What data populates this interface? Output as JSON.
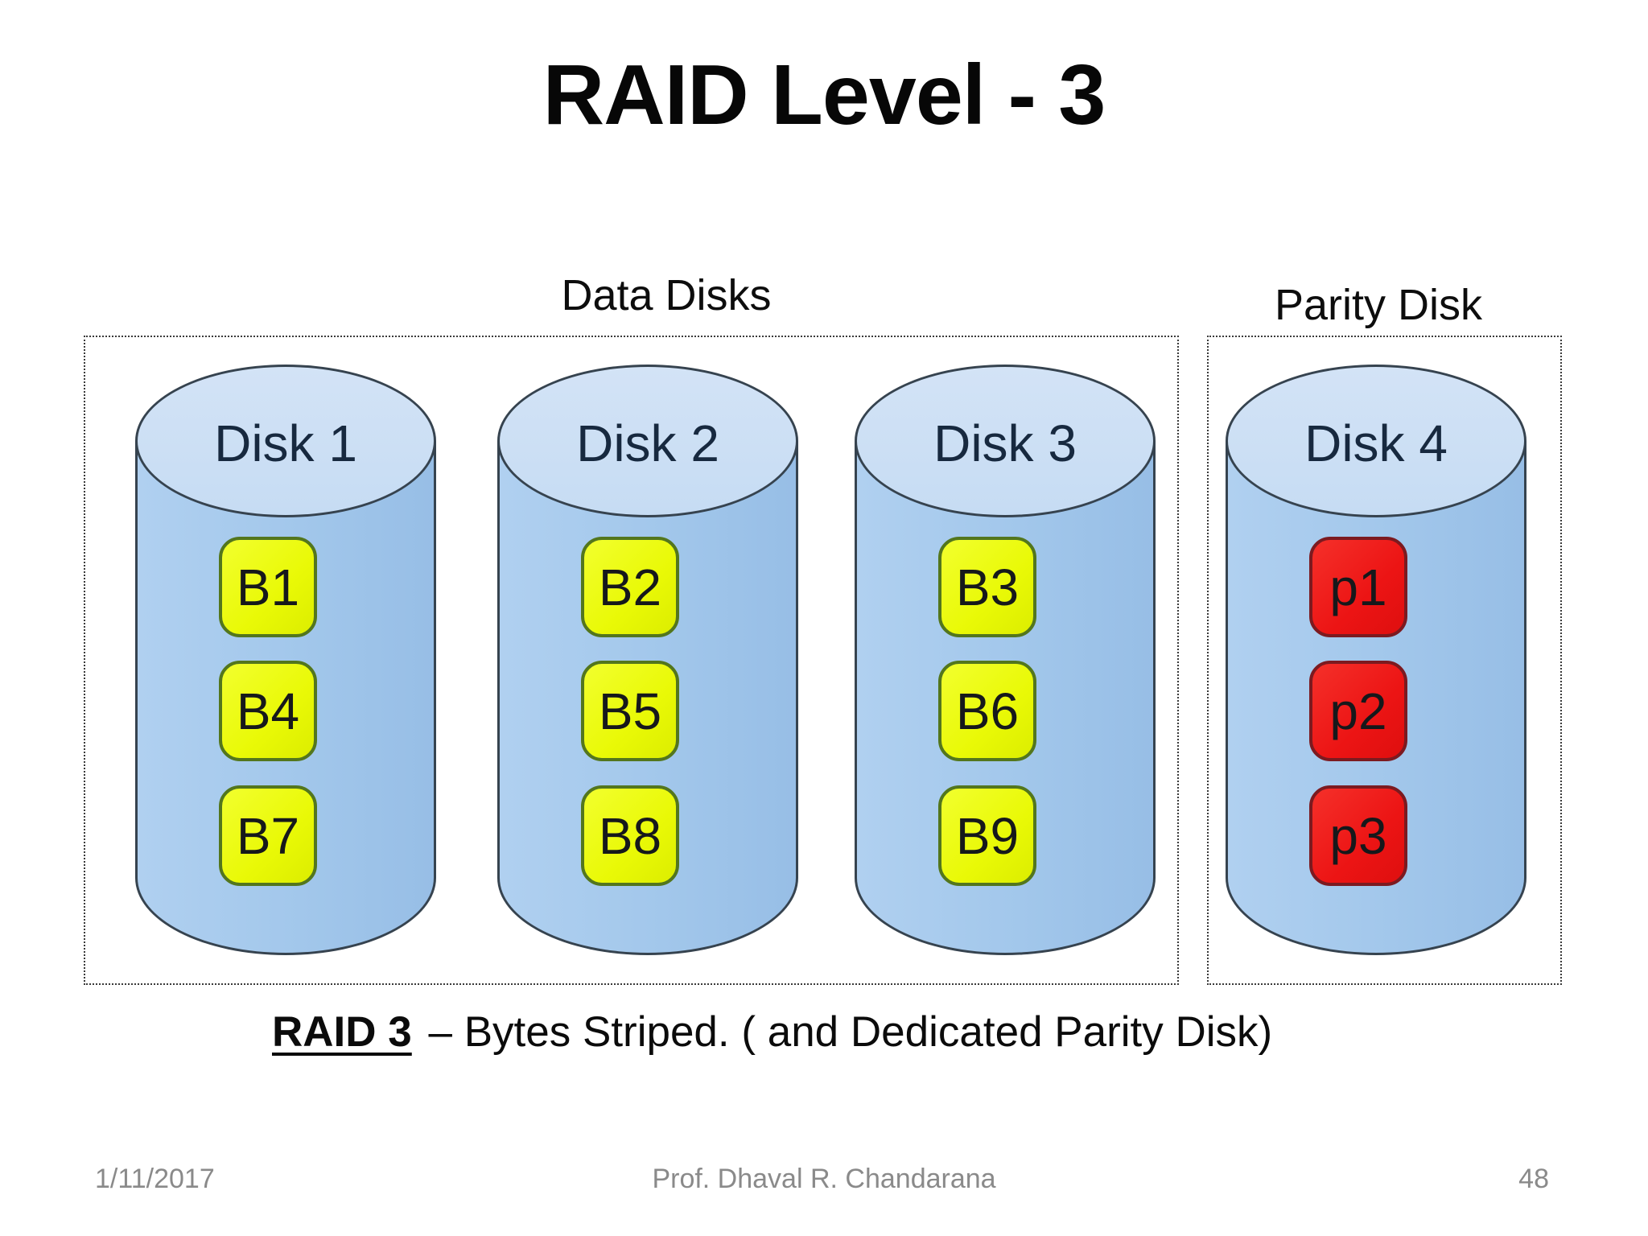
{
  "title": "RAID Level - 3",
  "diagram": {
    "data_disks_label": "Data Disks",
    "parity_disk_label": "Parity Disk",
    "disks": [
      {
        "name": "Disk 1",
        "type": "data",
        "blocks": [
          "B1",
          "B4",
          "B7"
        ]
      },
      {
        "name": "Disk 2",
        "type": "data",
        "blocks": [
          "B2",
          "B5",
          "B8"
        ]
      },
      {
        "name": "Disk 3",
        "type": "data",
        "blocks": [
          "B3",
          "B6",
          "B9"
        ]
      },
      {
        "name": "Disk 4",
        "type": "parity",
        "blocks": [
          "p1",
          "p2",
          "p3"
        ]
      }
    ],
    "caption": {
      "bold": "RAID 3",
      "rest": "– Bytes Striped. ( and Dedicated Parity Disk)"
    },
    "colors": {
      "cylinder_body": "#a2c7eb",
      "cylinder_top": "#cde0f4",
      "cylinder_outline": "#36434f",
      "data_block_fill": "#e9f906",
      "data_block_border": "#53761d",
      "parity_block_fill": "#ec1414",
      "parity_block_border": "#7c1a20",
      "disk_label_text": "#17293f"
    }
  },
  "footer": {
    "date": "1/11/2017",
    "author": "Prof. Dhaval R. Chandarana",
    "page": "48"
  }
}
